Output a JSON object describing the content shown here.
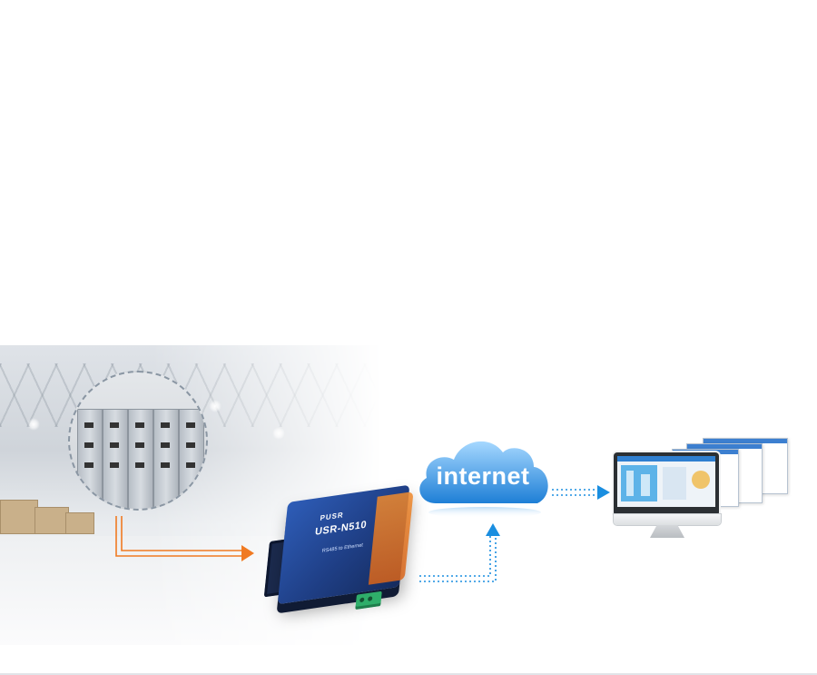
{
  "cloud": {
    "label": "internet"
  },
  "device": {
    "brand": "PUSR",
    "model": "USR-N510",
    "subtitle": "RS485 to Ethernet"
  },
  "colors": {
    "serial_arrow": "#f07a22",
    "network_arrow": "#1a8ee0",
    "cloud_top": "#a6d8ff",
    "cloud_bottom": "#1e7fd6",
    "device_blue": "#2e5db8"
  },
  "icons": {
    "source": "electrical-cabinet-icon",
    "converter": "serial-converter-icon",
    "cloud": "cloud-icon",
    "display": "monitor-icon"
  }
}
